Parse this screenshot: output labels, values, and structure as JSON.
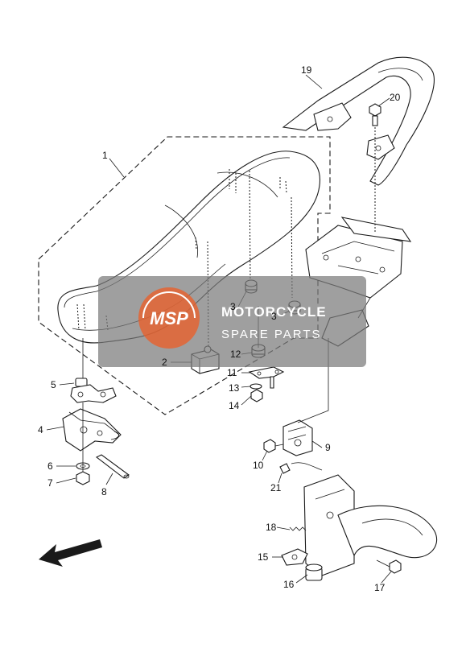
{
  "diagram": {
    "labels": [
      {
        "id": "label-1",
        "text": "1"
      },
      {
        "id": "label-2",
        "text": "2"
      },
      {
        "id": "label-3a",
        "text": "3"
      },
      {
        "id": "label-3b",
        "text": "3"
      },
      {
        "id": "label-4",
        "text": "4"
      },
      {
        "id": "label-5",
        "text": "5"
      },
      {
        "id": "label-6",
        "text": "6"
      },
      {
        "id": "label-7",
        "text": "7"
      },
      {
        "id": "label-8",
        "text": "8"
      },
      {
        "id": "label-9",
        "text": "9"
      },
      {
        "id": "label-10",
        "text": "10"
      },
      {
        "id": "label-11",
        "text": "11"
      },
      {
        "id": "label-12",
        "text": "12"
      },
      {
        "id": "label-13",
        "text": "13"
      },
      {
        "id": "label-14",
        "text": "14"
      },
      {
        "id": "label-15",
        "text": "15"
      },
      {
        "id": "label-16",
        "text": "16"
      },
      {
        "id": "label-17",
        "text": "17"
      },
      {
        "id": "label-18",
        "text": "18"
      },
      {
        "id": "label-19",
        "text": "19"
      },
      {
        "id": "label-20",
        "text": "20"
      },
      {
        "id": "label-21",
        "text": "21"
      }
    ],
    "watermark": {
      "logo_text": "MSP",
      "line1": "MOTORCYCLE",
      "line2": "SPARE PARTS",
      "bg_color": "#7a7a7a",
      "logo_color": "#e8602c"
    },
    "direction_arrow": "arrow-front-left-icon"
  }
}
